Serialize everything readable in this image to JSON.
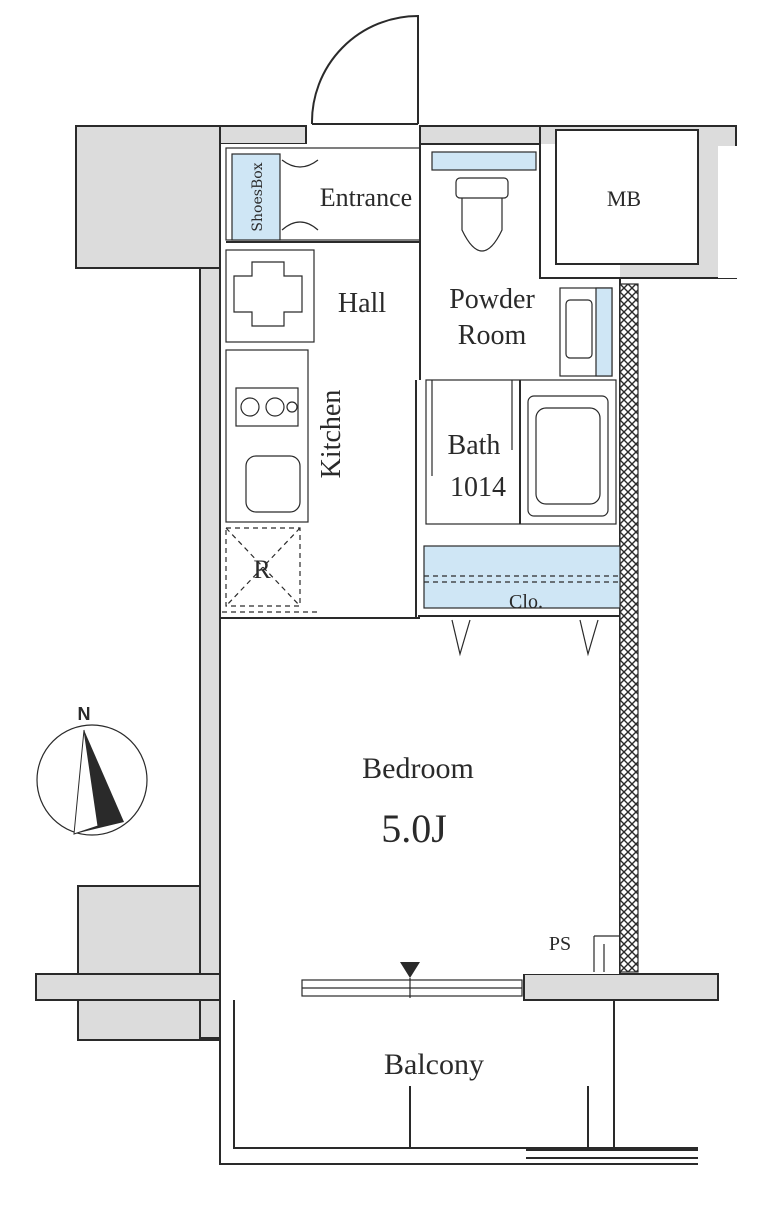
{
  "labels": {
    "entrance": "Entrance",
    "shoes_box": "ShoesBox",
    "hall": "Hall",
    "kitchen": "Kitchen",
    "refrigerator": "R",
    "powder_room_line1": "Powder",
    "powder_room_line2": "Room",
    "bath_line1": "Bath",
    "bath_line2": "1014",
    "mb": "MB",
    "closet": "Clo.",
    "bedroom": "Bedroom",
    "bedroom_size": "5.0J",
    "ps": "PS",
    "balcony": "Balcony",
    "north": "N"
  },
  "colors": {
    "wall_fill": "#dcdcdc",
    "storage_fill": "#cfe6f5",
    "line": "#2a2a2a"
  }
}
